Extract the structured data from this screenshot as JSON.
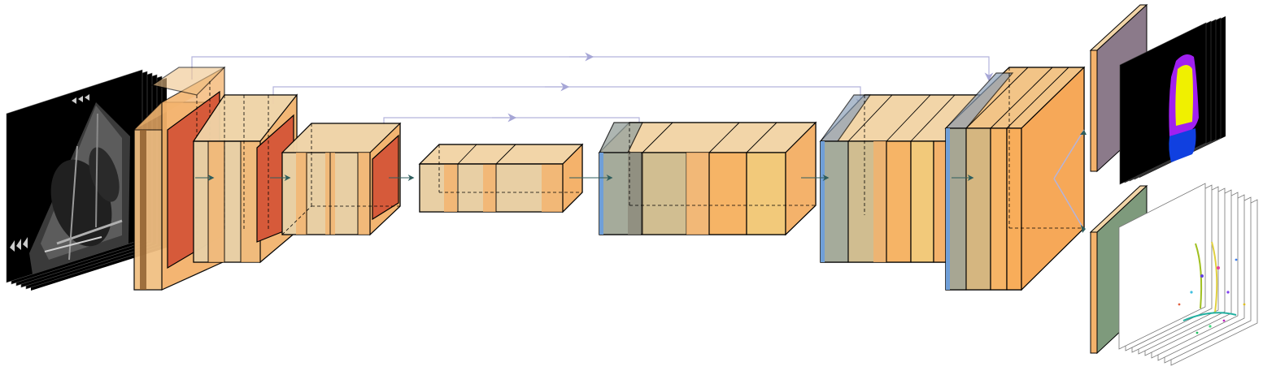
{
  "diagram": {
    "type": "unet-architecture",
    "colors": {
      "ultrasound_bg": "#000000",
      "block_light": "#e8cfa4",
      "block_mid": "#f4b26b",
      "block_orange": "#f6a858",
      "pool_red": "#d65a3a",
      "upconv_blue": "#8fb0d6",
      "skip_line": "#b4b4dc",
      "flow_arrow": "#2e5d5d",
      "head_seg": "#8b7a8a",
      "head_flow": "#7e9a7c",
      "seg_purple": "#a020f0",
      "seg_yellow": "#f0f000",
      "seg_blue": "#1040e0"
    },
    "nodes": [
      {
        "id": "input-ultrasound",
        "kind": "image-stack"
      },
      {
        "id": "encoder-1",
        "kind": "conv-block"
      },
      {
        "id": "encoder-2",
        "kind": "conv-block"
      },
      {
        "id": "encoder-3",
        "kind": "conv-block"
      },
      {
        "id": "bottleneck",
        "kind": "conv-block"
      },
      {
        "id": "decoder-1",
        "kind": "conv-block"
      },
      {
        "id": "decoder-2",
        "kind": "conv-block"
      },
      {
        "id": "decoder-3",
        "kind": "conv-block"
      },
      {
        "id": "segmentation-head",
        "kind": "head"
      },
      {
        "id": "flow-head",
        "kind": "head"
      },
      {
        "id": "segmentation-output",
        "kind": "image-stack"
      },
      {
        "id": "optical-flow-output",
        "kind": "image-stack"
      }
    ],
    "edges": [
      {
        "from": "input-ultrasound",
        "to": "encoder-1",
        "type": "flow"
      },
      {
        "from": "encoder-1",
        "to": "encoder-2",
        "type": "flow"
      },
      {
        "from": "encoder-2",
        "to": "encoder-3",
        "type": "flow"
      },
      {
        "from": "encoder-3",
        "to": "bottleneck",
        "type": "flow"
      },
      {
        "from": "bottleneck",
        "to": "decoder-1",
        "type": "flow"
      },
      {
        "from": "decoder-1",
        "to": "decoder-2",
        "type": "flow"
      },
      {
        "from": "decoder-2",
        "to": "decoder-3",
        "type": "flow"
      },
      {
        "from": "decoder-3",
        "to": "segmentation-head",
        "type": "flow"
      },
      {
        "from": "decoder-3",
        "to": "flow-head",
        "type": "flow"
      },
      {
        "from": "encoder-1",
        "to": "decoder-3",
        "type": "skip"
      },
      {
        "from": "encoder-2",
        "to": "decoder-2",
        "type": "skip"
      },
      {
        "from": "encoder-3",
        "to": "decoder-1",
        "type": "skip"
      }
    ]
  }
}
